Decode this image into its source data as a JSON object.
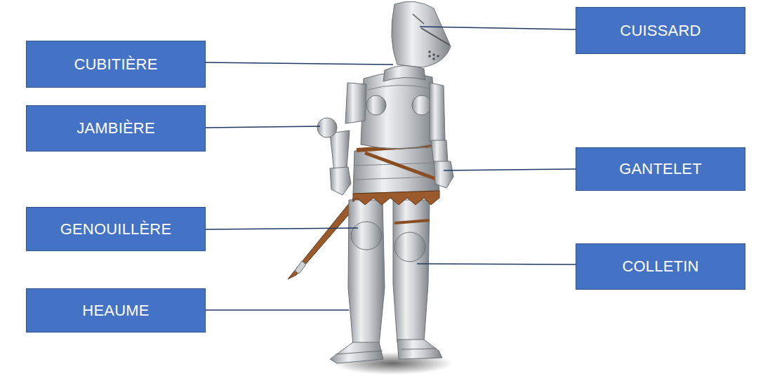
{
  "diagram": {
    "nodes": [
      {
        "text": [
          "CUISSARD"
        ]
      },
      {
        "text": [
          "CUBITIÈRE"
        ]
      },
      {
        "text": [
          "JAMBIÈRE"
        ]
      },
      {
        "text": [
          "GANTELET"
        ]
      },
      {
        "text": [
          "GENOUILLÈRE"
        ]
      },
      {
        "text": [
          "COLLETIN"
        ]
      },
      {
        "text": [
          "HEAUME"
        ]
      }
    ]
  }
}
